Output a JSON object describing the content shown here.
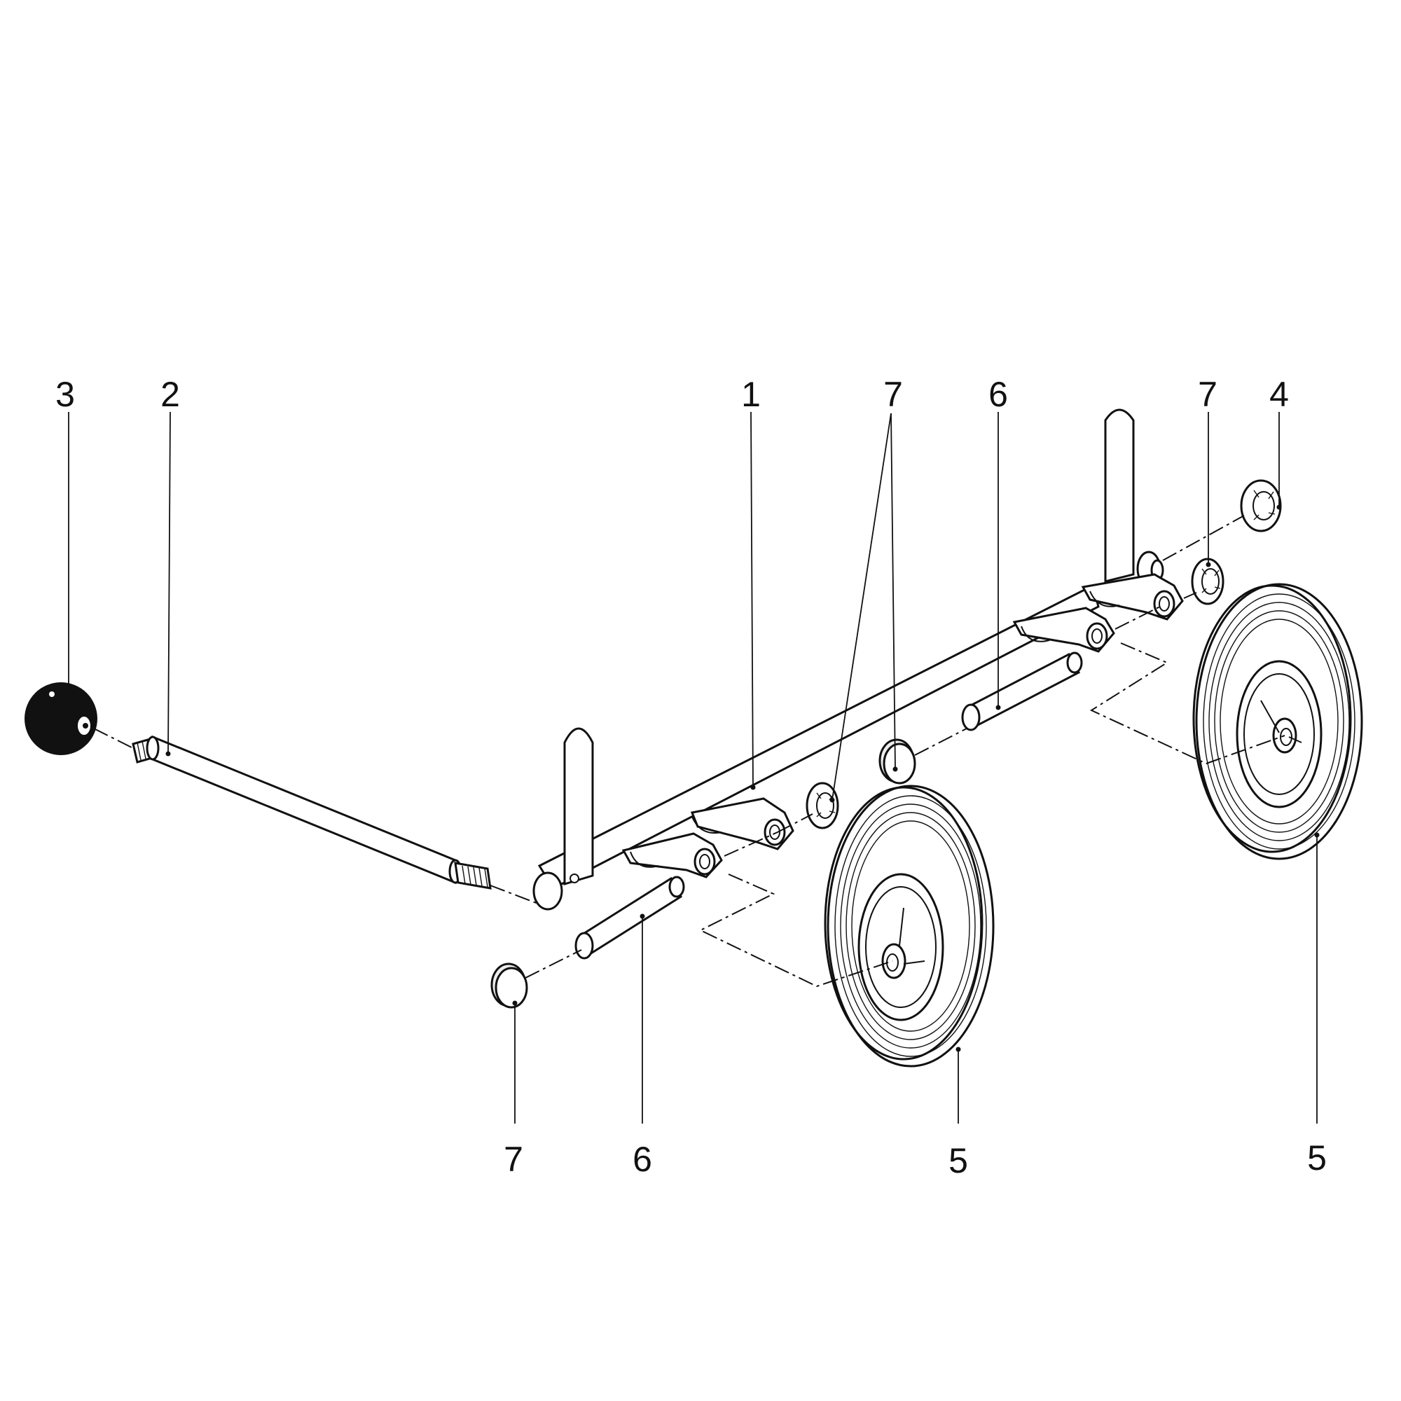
{
  "callouts": [
    {
      "id": "c3-knob",
      "label": "3"
    },
    {
      "id": "c2-shaft",
      "label": "2"
    },
    {
      "id": "c1-frame",
      "label": "1"
    },
    {
      "id": "c7-top-left",
      "label": "7"
    },
    {
      "id": "c6-top",
      "label": "6"
    },
    {
      "id": "c7-top-right",
      "label": "7"
    },
    {
      "id": "c4-cap",
      "label": "4"
    },
    {
      "id": "c7-bottom",
      "label": "7"
    },
    {
      "id": "c6-bottom",
      "label": "6"
    },
    {
      "id": "c5-wheel-left",
      "label": "5"
    },
    {
      "id": "c5-wheel-right",
      "label": "5"
    }
  ]
}
